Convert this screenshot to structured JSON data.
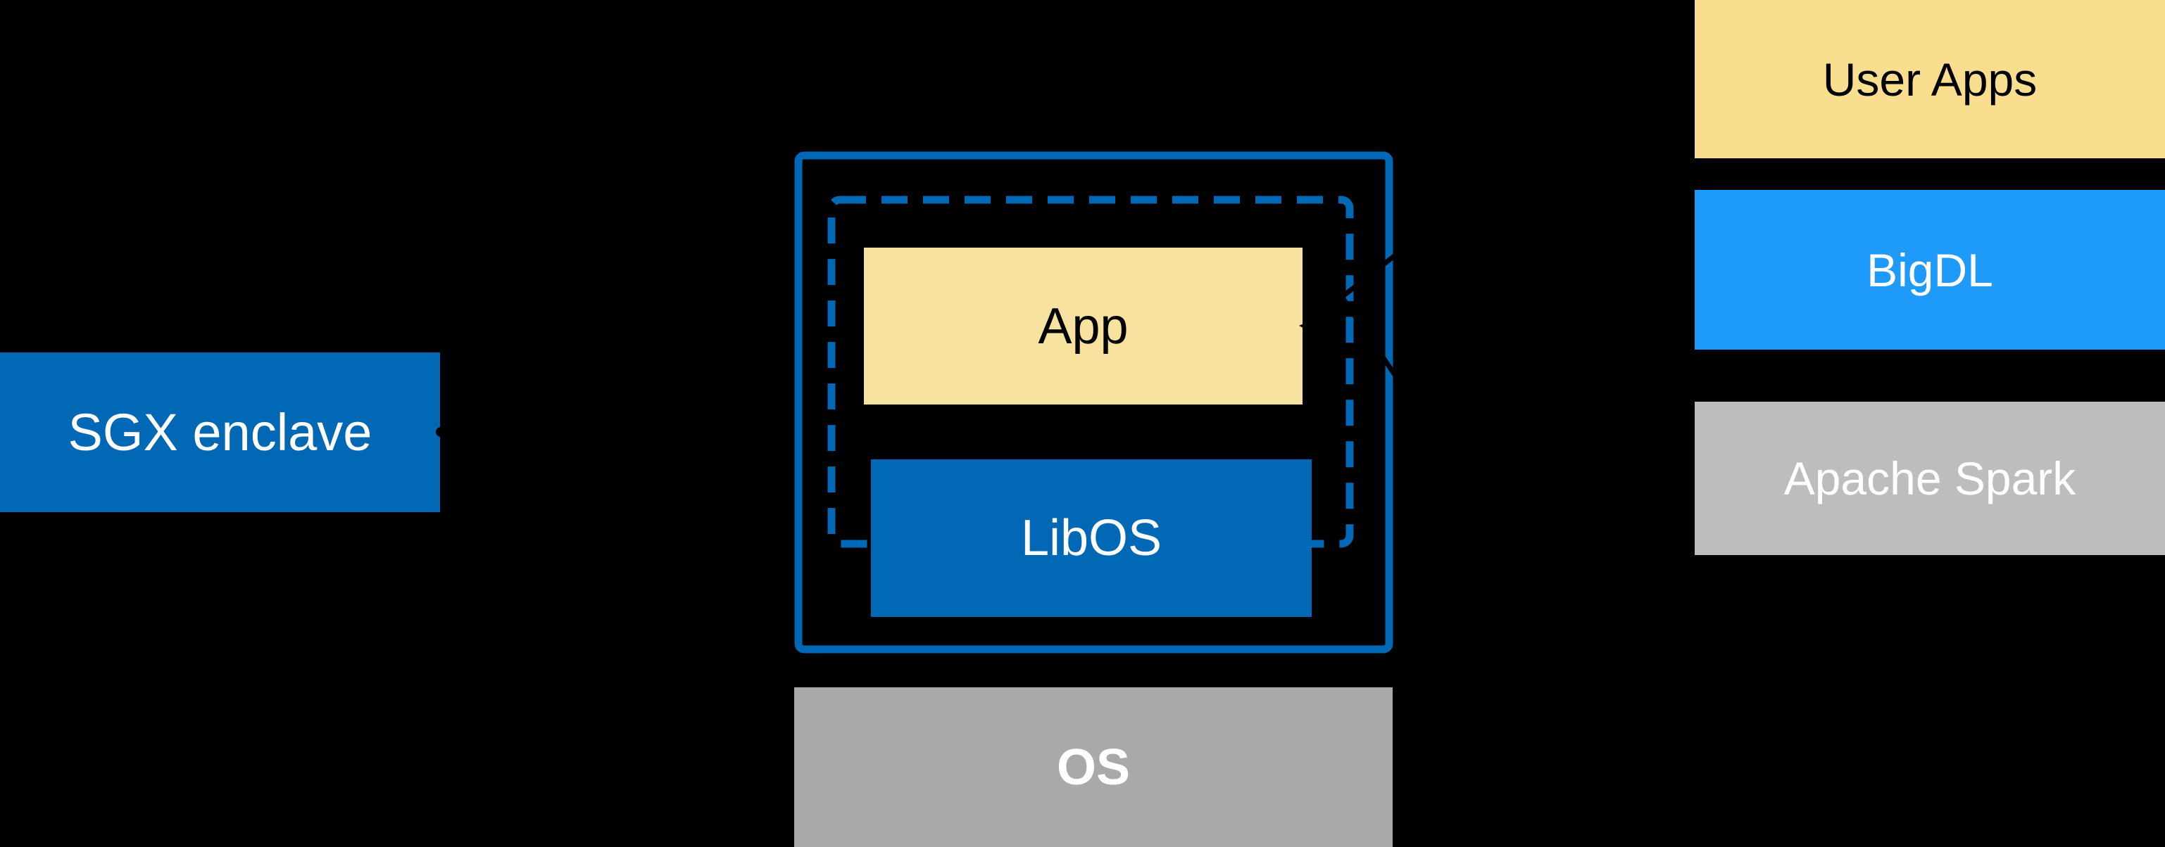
{
  "diagram": {
    "type": "architecture-diagram",
    "description": "LibOS-based SGX enclave stack"
  },
  "colors": {
    "background": "#000000",
    "intel_blue": "#0068B5",
    "azure_blue": "#1E9BFA",
    "app_yellow": "#F7E2A0",
    "user_apps_yellow": "#F8DE8E",
    "spark_gray": "#BDBDBD",
    "os_gray": "#A9A9A9",
    "text_light": "#FFFFFF",
    "text_dark": "#000000"
  },
  "labels": {
    "sgx_enclave": "SGX enclave",
    "app": "App",
    "libos": "LibOS",
    "os": "OS"
  },
  "stack": [
    {
      "label": "User Apps"
    },
    {
      "label": "BigDL"
    },
    {
      "label": "Apache Spark"
    }
  ]
}
